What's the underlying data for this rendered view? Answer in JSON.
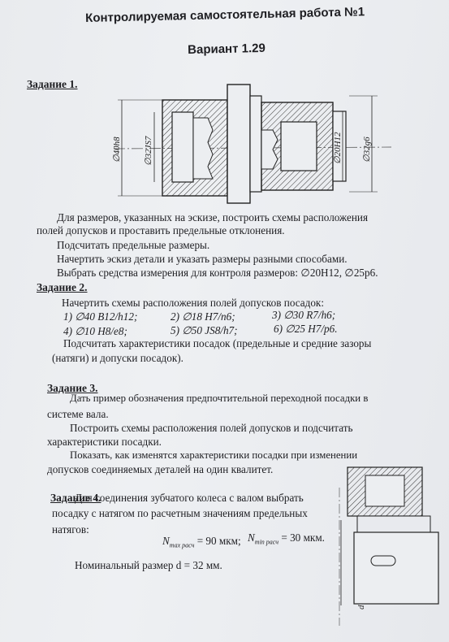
{
  "header": {
    "title": "Контролируемая самостоятельная работа №1",
    "variant": "Вариант 1.29"
  },
  "task1": {
    "heading": "Задание 1.",
    "dims": [
      "∅40h8",
      "∅32JS7",
      "∅20H12",
      "∅32g6"
    ],
    "lines": [
      "Для размеров, указанных на эскизе, построить схемы расположения",
      "полей допусков и проставить предельные отклонения.",
      "Подсчитать предельные размеры.",
      "Начертить эскиз детали и указать размеры разными способами.",
      "Выбрать средства измерения для контроля размеров: ∅20H12, ∅25p6."
    ]
  },
  "task2": {
    "heading": "Задание 2.",
    "intro": "Начертить схемы расположения полей допусков посадок:",
    "fits": [
      "1) ∅40 B12/h12;",
      "2) ∅18 H7/n6;",
      "3) ∅30 R7/h6;",
      "4) ∅10 H8/e8;",
      "5) ∅50 JS8/h7;",
      "6) ∅25 H7/p6."
    ],
    "lines": [
      "Подсчитать характеристики посадок (предельные и средние зазоры",
      "(натяги) и допуски посадок)."
    ]
  },
  "task3": {
    "heading": "Задание 3.",
    "lines": [
      "Дать пример обозначения предпочтительной переходной посадки в",
      "системе вала.",
      "Построить схемы расположения полей допусков и подсчитать",
      "характеристики посадки.",
      "Показать, как изменятся характеристики посадки при изменении",
      "допусков соединяемых деталей на один квалитет."
    ]
  },
  "task4": {
    "heading": "Задание 4.",
    "lines": [
      "Для соединения зубчатого колеса с валом выбрать",
      "посадку с натягом по расчетным значениям предельных",
      "натягов:"
    ],
    "nmax": "N",
    "nmax_sub": "max расч",
    "nmax_val": "= 90 мкм;",
    "nmin": "N",
    "nmin_sub": "min расч",
    "nmin_val": "= 30 мкм.",
    "nominal": "Номинальный размер d = 32 мм.",
    "d_label": "d"
  }
}
